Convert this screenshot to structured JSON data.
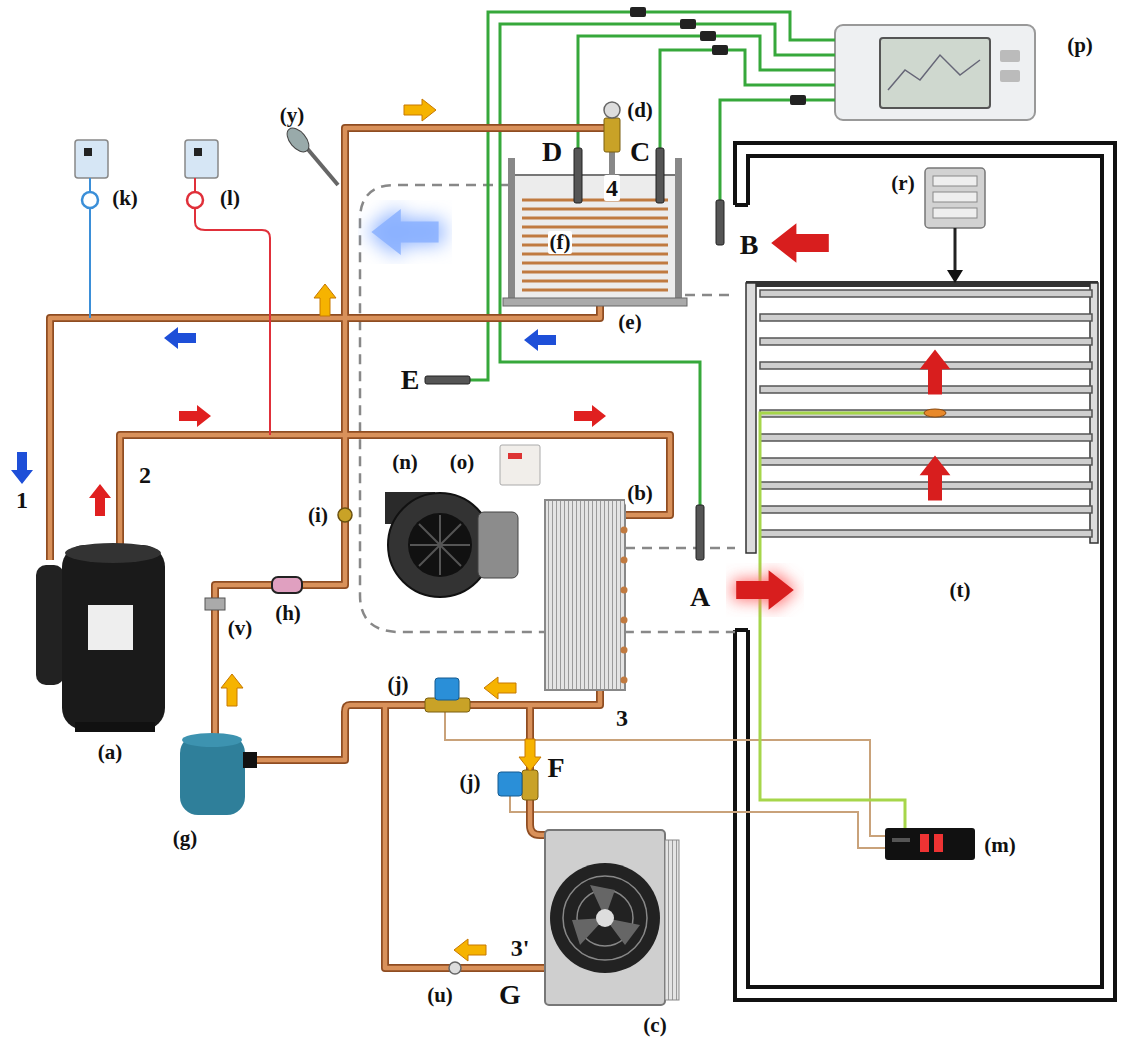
{
  "diagram": {
    "labels": [
      "(p)",
      "(d)",
      "(y)",
      "D",
      "C",
      "4",
      "(k)",
      "(l)",
      "(r)",
      "B",
      "(f)",
      "(e)",
      "E",
      "1",
      "2",
      "(i)",
      "(n)",
      "(o)",
      "(b)",
      "A",
      "(t)",
      "(h)",
      "(v)",
      "(a)",
      "(j)",
      "3",
      "F",
      "(j)",
      "(m)",
      "(g)",
      "3'",
      "(u)",
      "G",
      "(c)"
    ]
  }
}
